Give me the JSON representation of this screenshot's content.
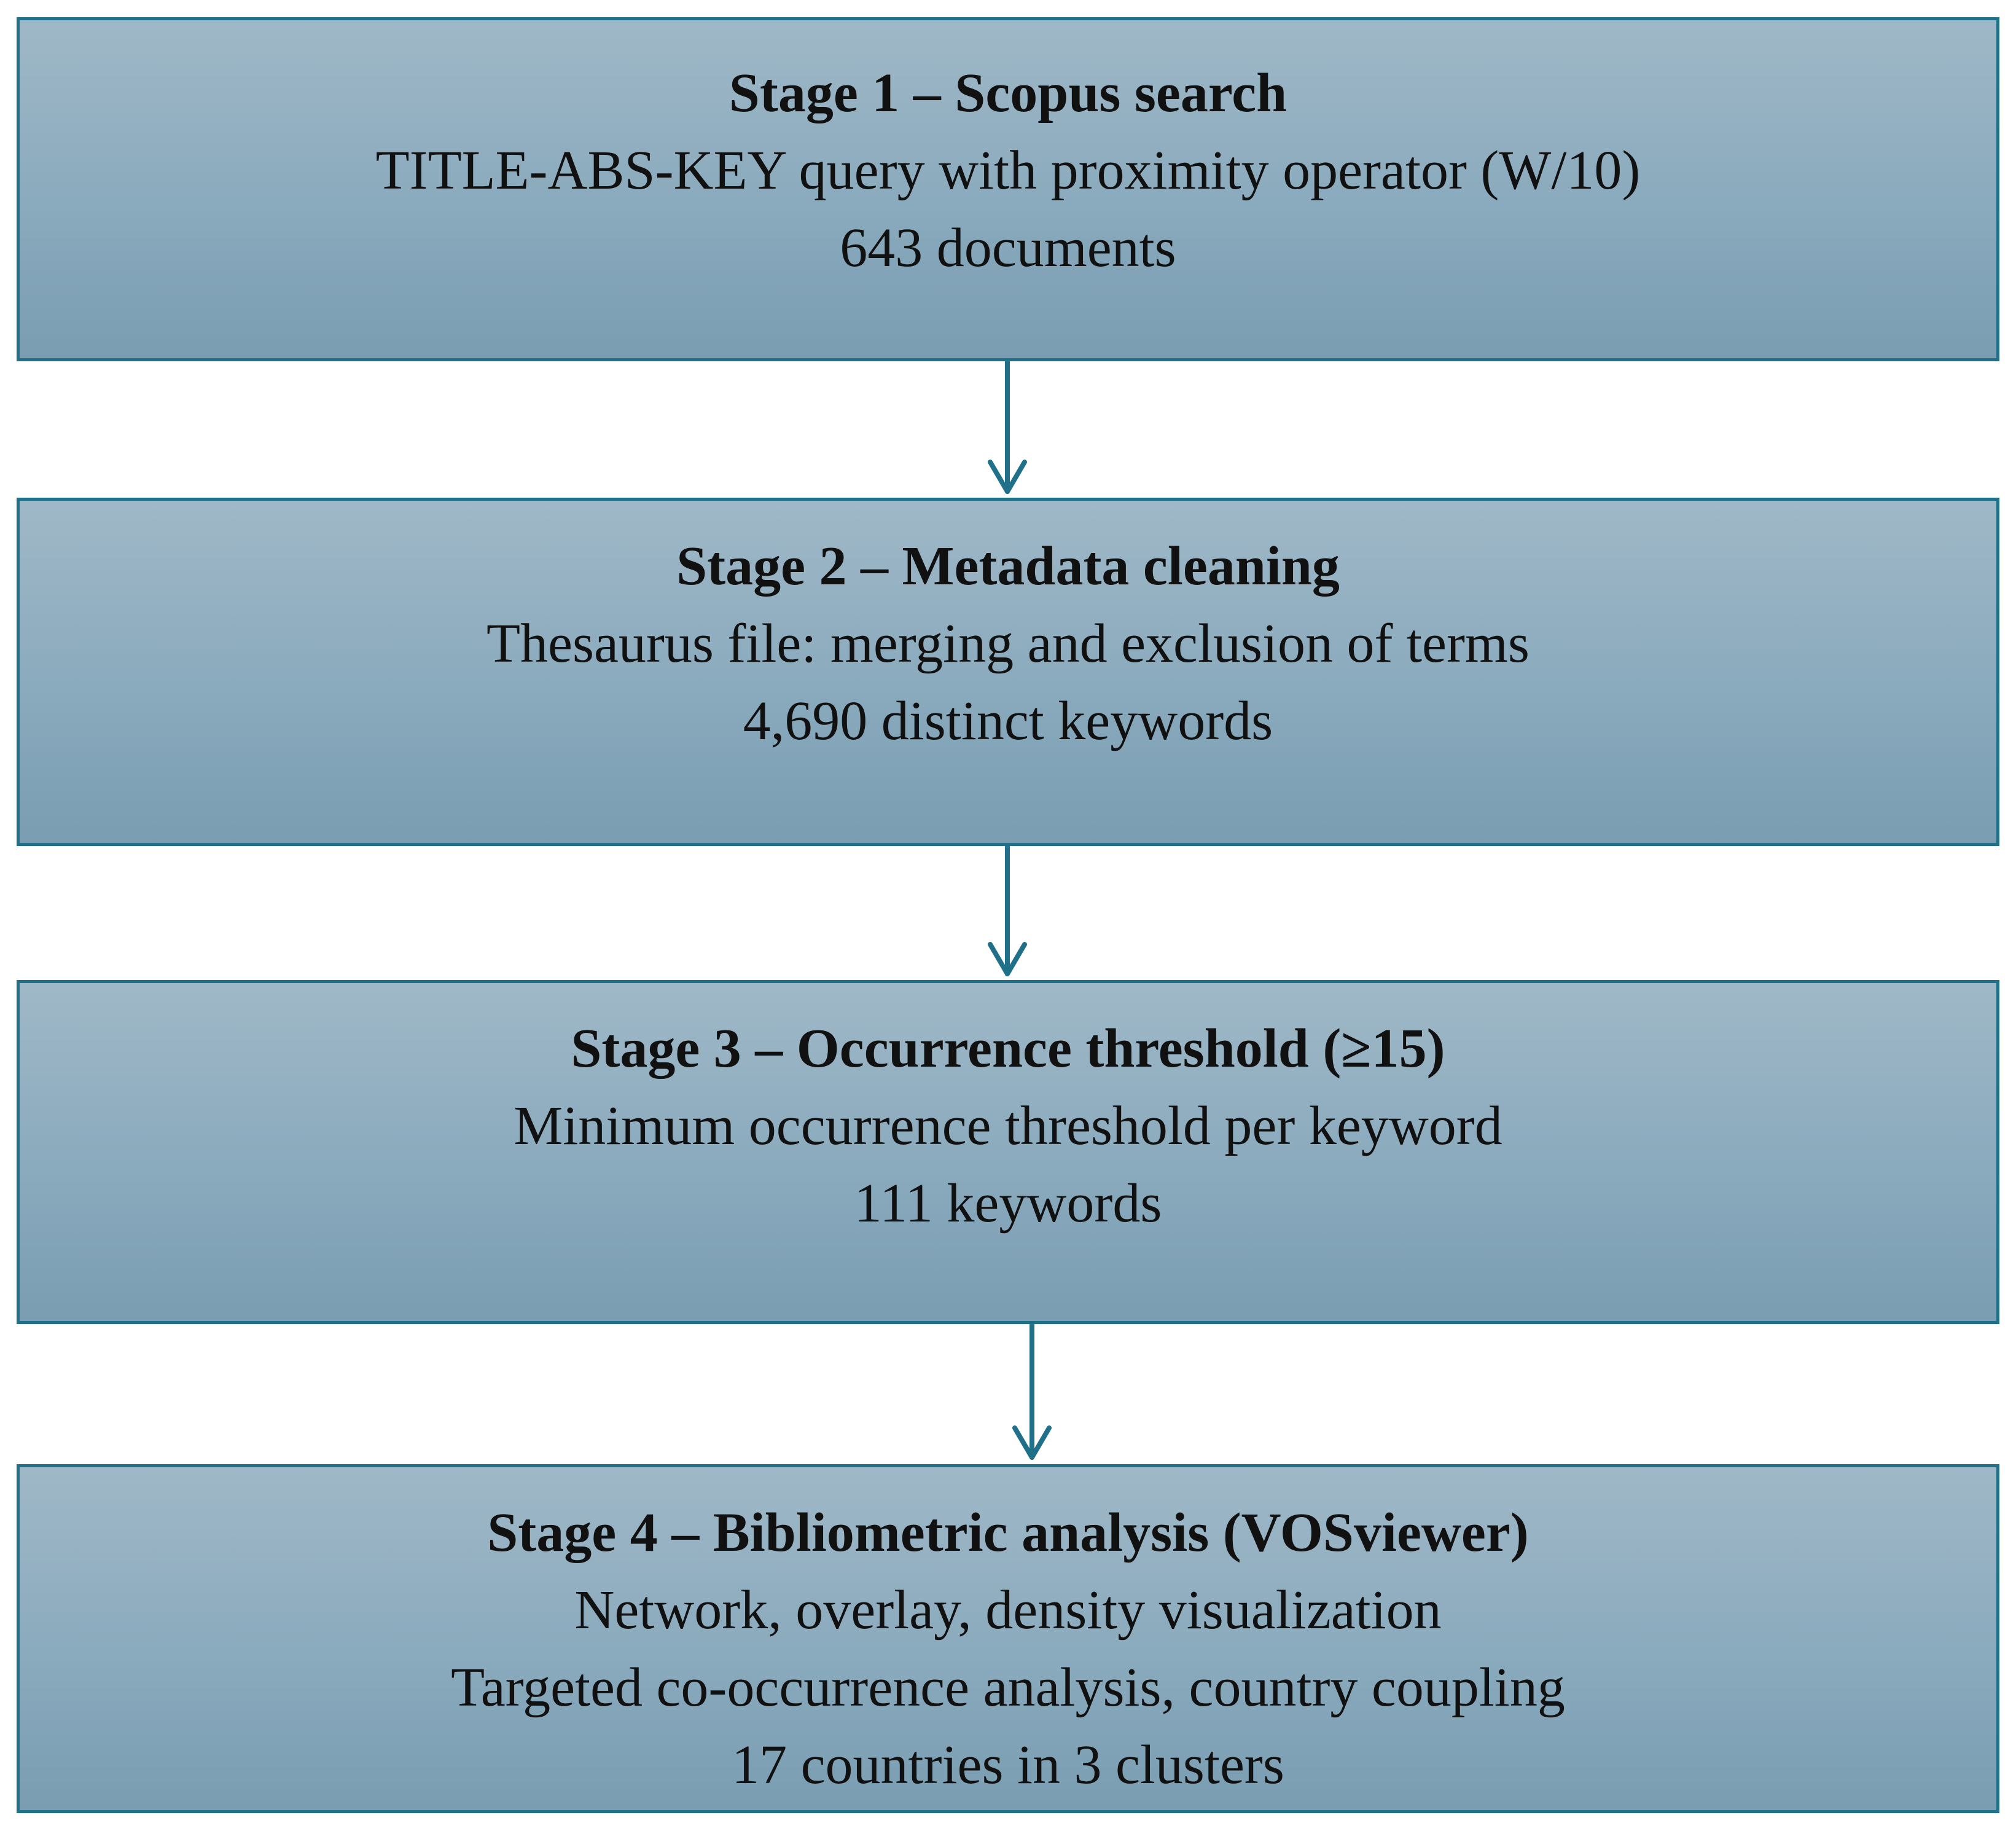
{
  "stages": [
    {
      "title": "Stage 1 – Scopus search",
      "lines": [
        "TITLE-ABS-KEY query with proximity operator (W/10)",
        "643 documents"
      ]
    },
    {
      "title": "Stage 2 – Metadata cleaning",
      "lines": [
        "Thesaurus file: merging and exclusion of terms",
        "4,690 distinct keywords"
      ]
    },
    {
      "title": "Stage 3 – Occurrence threshold (≥15)",
      "lines": [
        "Minimum occurrence threshold per keyword",
        "111 keywords"
      ]
    },
    {
      "title": "Stage 4 – Bibliometric analysis (VOSviewer)",
      "lines": [
        "Network, overlay, density visualization",
        "Targeted co-occurrence analysis, country coupling",
        "17 countries in 3 clusters"
      ]
    }
  ],
  "colors": {
    "border": "#1f7088",
    "arrow": "#1f7088",
    "box_top": "#9fb8c7",
    "box_bottom": "#7a9db2",
    "text": "#111111"
  }
}
